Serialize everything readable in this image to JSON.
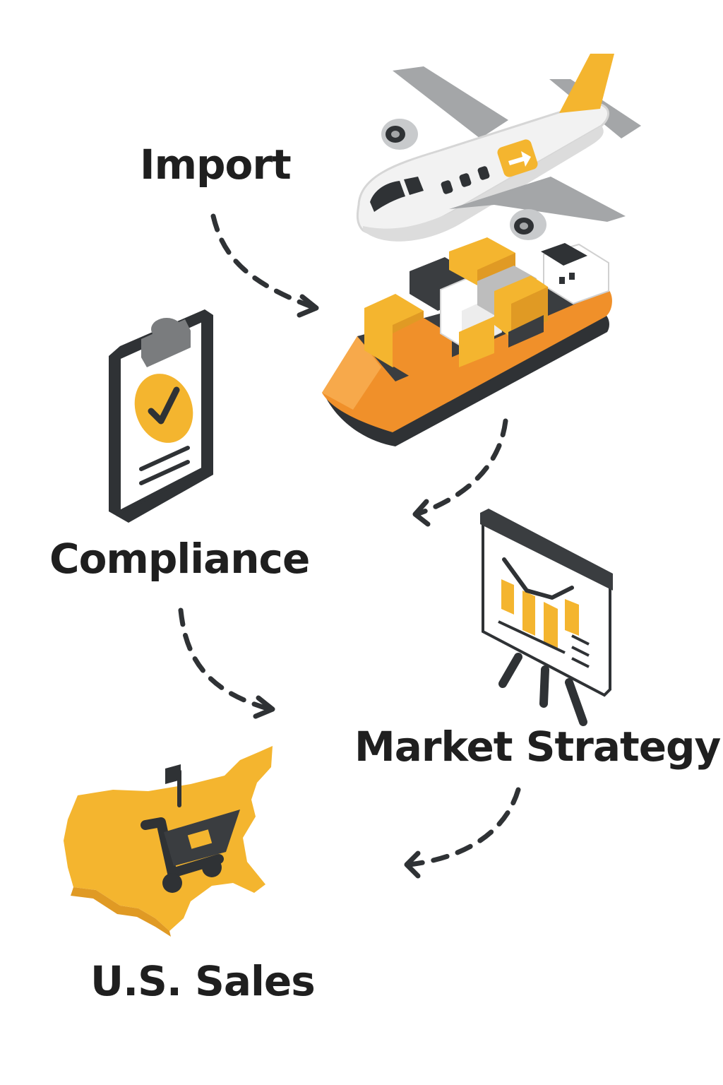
{
  "labels": {
    "import": "Import",
    "compliance": "Compliance",
    "market_strategy": "Market Strategy",
    "us_sales": "U.S. Sales"
  },
  "icons": [
    "airplane-icon",
    "cargo-ship-icon",
    "clipboard-check-icon",
    "presentation-chart-icon",
    "usa-map-cart-icon"
  ],
  "colors": {
    "accent_orange": "#F0902A",
    "accent_yellow": "#F4B52F",
    "dark": "#2F3235",
    "gray": "#A4A6A8",
    "text": "#1F1F1F"
  }
}
